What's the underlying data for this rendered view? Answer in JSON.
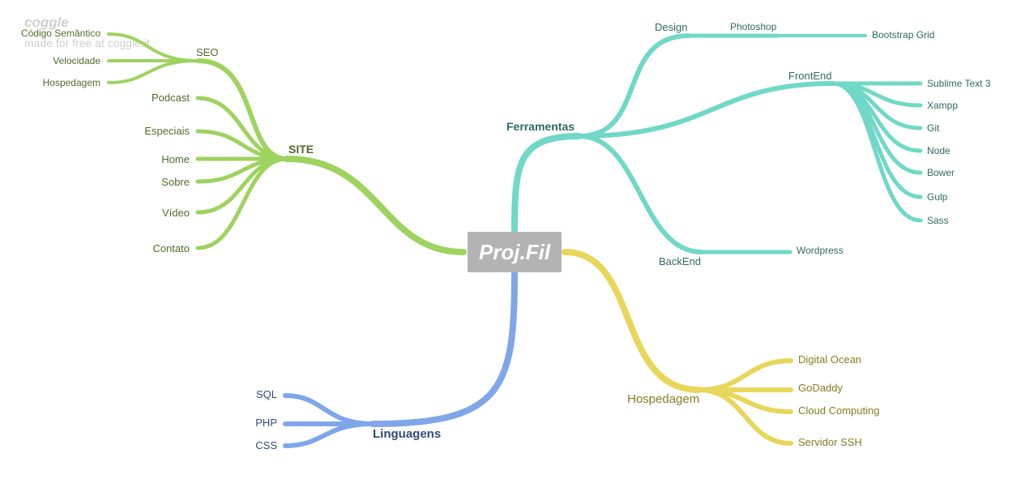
{
  "watermark": {
    "logo": "coggle",
    "tagline": "made for free at coggle.it"
  },
  "colors": {
    "green": "#9dd35e",
    "green_text": "#4f6b2a",
    "teal": "#6fd8c6",
    "teal_text": "#2f6a62",
    "yellow": "#e8d65a",
    "yellow_text": "#8a7a22",
    "blue": "#7fa6e8",
    "blue_text": "#2f4a7a",
    "central_bg": "#b3b3b3"
  },
  "central": {
    "label": "Proj.Fil"
  },
  "branches": {
    "site": {
      "label": "SITE",
      "seo": {
        "label": "SEO",
        "children": [
          "Código Semântico",
          "Velocidade",
          "Hospedagem"
        ]
      },
      "children": [
        "Podcast",
        "Especiais",
        "Home",
        "Sobre",
        "Vídeo",
        "Contato"
      ]
    },
    "ferramentas": {
      "label": "Ferramentas",
      "design": {
        "label": "Design",
        "photoshop": "Photoshop",
        "bootstrap": "Bootstrap Grid"
      },
      "frontend": {
        "label": "FrontEnd",
        "children": [
          "Sublime Text 3",
          "Xampp",
          "Git",
          "Node",
          "Bower",
          "Gulp",
          "Sass"
        ]
      },
      "backend": {
        "label": "BackEnd",
        "wordpress": "Wordpress"
      }
    },
    "hospedagem": {
      "label": "Hospedagem",
      "children": [
        "Digital Ocean",
        "GoDaddy",
        "Cloud Computing",
        "Servidor SSH"
      ]
    },
    "linguagens": {
      "label": "Linguagens",
      "children": [
        "SQL",
        "PHP",
        "CSS"
      ]
    }
  }
}
